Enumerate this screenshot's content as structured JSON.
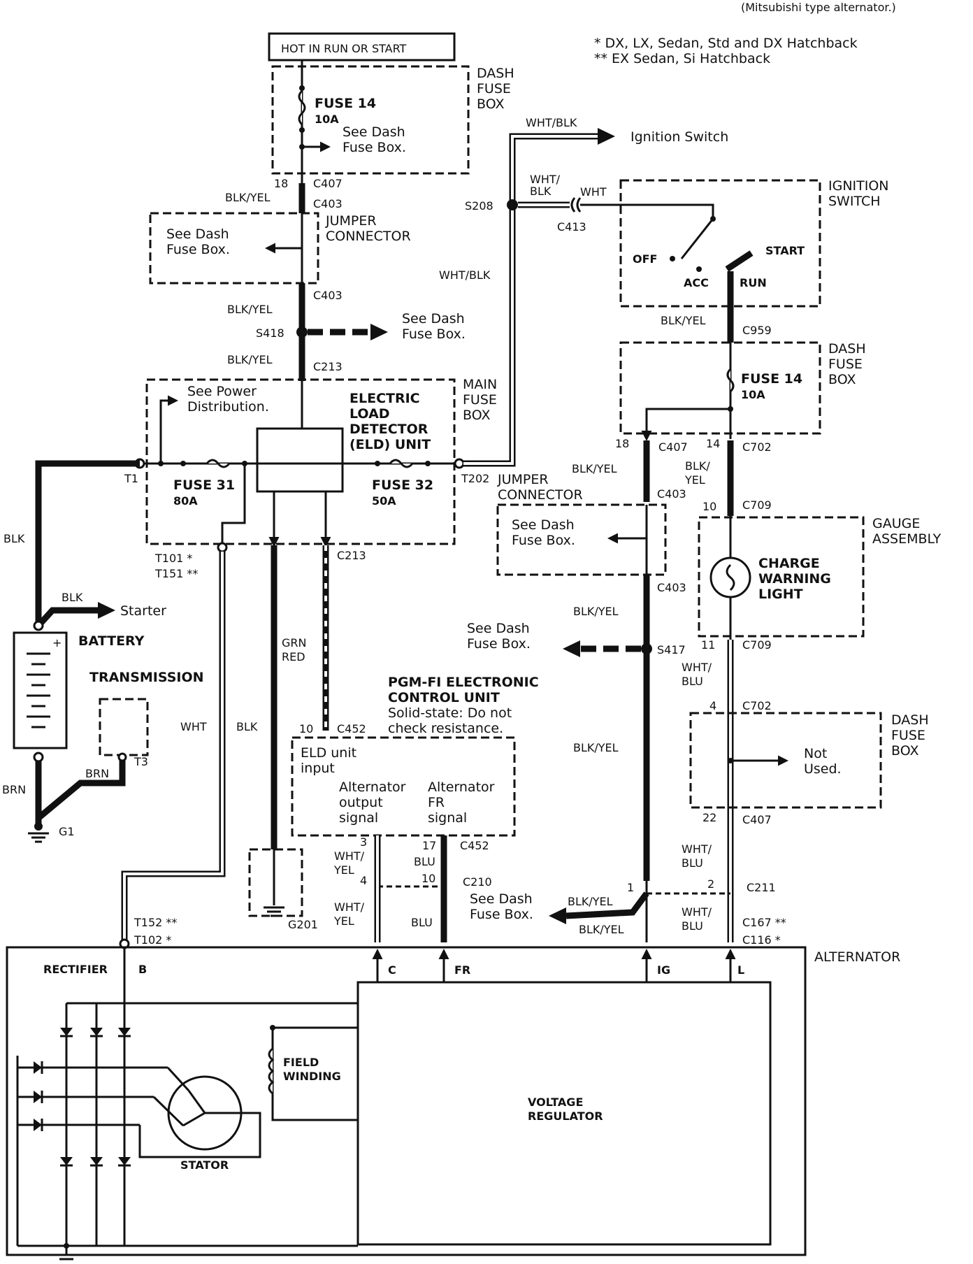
{
  "header_note": "(Mitsubishi type alternator.)",
  "legend": {
    "single": "* DX, LX, Sedan, Std and DX Hatchback",
    "double": "** EX Sedan, Si Hatchback"
  },
  "hot_label": "HOT IN RUN OR START",
  "dash_fuse_box_top": {
    "line1": "DASH",
    "line2": "FUSE",
    "line3": "BOX",
    "fuse": "FUSE 14",
    "amp": "10A",
    "see1": "See Dash",
    "see2": "Fuse Box."
  },
  "connectors": {
    "c407a": "C407",
    "pin18a": "18",
    "c403a": "C403",
    "c403b": "C403",
    "c213a": "C213",
    "c213b": "C213",
    "s418": "S418",
    "s208": "S208",
    "c413": "C413",
    "c959": "C959",
    "c407b": "C407",
    "pin18b": "18",
    "c702a": "C702",
    "pin14": "14",
    "c403c": "C403",
    "c403d": "C403",
    "c709a": "C709",
    "pin10a": "10",
    "c709b": "C709",
    "pin11": "11",
    "s417": "S417",
    "c702b": "C702",
    "pin4a": "4",
    "c407c": "C407",
    "pin22": "22",
    "c211": "C211",
    "pin2": "2",
    "pin1": "1",
    "c167": "C167 **",
    "c116": "C116 *",
    "c452a": "C452",
    "pin10b": "10",
    "c452b": "C452",
    "pin3": "3",
    "pin4b": "4",
    "pin17": "17",
    "pin10c": "10",
    "c210": "C210",
    "t1": "T1",
    "t202": "T202",
    "t101": "T101 *",
    "t151": "T151 **",
    "t152": "T152 **",
    "t102": "T102 *",
    "t3": "T3",
    "g1": "G1",
    "g201": "G201"
  },
  "wires": {
    "blk_yel": "BLK/YEL",
    "wht_blk": "WHT/BLK",
    "wht_blk_split1": "WHT/",
    "wht_blk_split2": "BLK",
    "wht": "WHT",
    "blk": "BLK",
    "brn": "BRN",
    "grn": "GRN",
    "red": "RED",
    "wht_blu": "WHT/",
    "blu": "BLU",
    "wht_yel": "WHT/",
    "yel": "YEL",
    "blk_yel2a": "BLK/",
    "blk_yel2b": "YEL",
    "wht_blu_b": "BLU",
    "blu17": "BLU"
  },
  "jumper_top": {
    "line1": "JUMPER",
    "line2": "CONNECTOR",
    "see1": "See Dash",
    "see2": "Fuse Box."
  },
  "s418_see": {
    "line1": "See Dash",
    "line2": "Fuse Box."
  },
  "main_fuse_box": {
    "line1": "MAIN",
    "line2": "FUSE",
    "line3": "BOX",
    "see1": "See Power",
    "see2": "Distribution.",
    "eld1": "ELECTRIC",
    "eld2": "LOAD",
    "eld3": "DETECTOR",
    "eld4": "(ELD) UNIT",
    "fuse31": "FUSE 31",
    "amp31": "80A",
    "fuse32": "FUSE 32",
    "amp32": "50A"
  },
  "ignition_switch": {
    "line1": "IGNITION",
    "line2": "SWITCH",
    "off": "OFF",
    "acc": "ACC",
    "run": "RUN",
    "start": "START",
    "target": "Ignition Switch"
  },
  "dash_fuse_box_right": {
    "line1": "DASH",
    "line2": "FUSE",
    "line3": "BOX",
    "fuse": "FUSE 14",
    "amp": "10A"
  },
  "jumper_mid": {
    "line1": "JUMPER",
    "line2": "CONNECTOR",
    "see1": "See Dash",
    "see2": "Fuse Box."
  },
  "gauge": {
    "line1": "GAUGE",
    "line2": "ASSEMBLY",
    "cw1": "CHARGE",
    "cw2": "WARNING",
    "cw3": "LIGHT"
  },
  "s417_see": {
    "line1": "See Dash",
    "line2": "Fuse Box."
  },
  "dash_fuse_box_low": {
    "line1": "DASH",
    "line2": "FUSE",
    "line3": "BOX",
    "nu1": "Not",
    "nu2": "Used."
  },
  "battery": "BATTERY",
  "starter": "Starter",
  "transmission": "TRANSMISSION",
  "pgm": {
    "line1": "PGM-FI ELECTRONIC",
    "line2": "CONTROL UNIT",
    "line3": "Solid-state: Do not",
    "line4": "check resistance.",
    "eld1": "ELD unit",
    "eld2": "input",
    "ao1": "Alternator",
    "ao2": "output",
    "ao3": "signal",
    "af1": "Alternator",
    "af2": "FR",
    "af3": "signal"
  },
  "see_bottom": {
    "line1": "See Dash",
    "line2": "Fuse Box."
  },
  "alternator": {
    "title": "ALTERNATOR",
    "rectifier": "RECTIFIER",
    "b": "B",
    "c": "C",
    "fr": "FR",
    "ig": "IG",
    "l": "L",
    "field1": "FIELD",
    "field2": "WINDING",
    "vr1": "VOLTAGE",
    "vr2": "REGULATOR",
    "stator": "STATOR"
  }
}
